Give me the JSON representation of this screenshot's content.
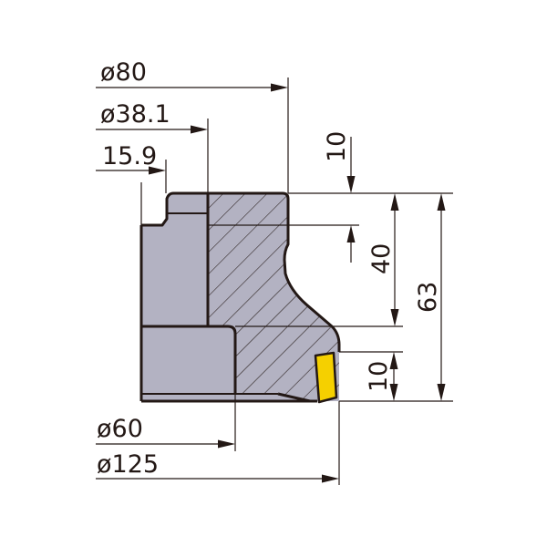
{
  "diagram": {
    "type": "milling cutter cross-section dimension drawing",
    "colors": {
      "body": "#b3b2c2",
      "insert": "#f5d000",
      "line": "#231815",
      "background": "#ffffff"
    },
    "dimensions": {
      "d80": "ø80",
      "d38_1": "ø38.1",
      "w15_9": "15.9",
      "d60": "ø60",
      "d125": "ø125",
      "h10_top": "10",
      "h40": "40",
      "h63": "63",
      "h10_bottom": "10"
    }
  }
}
